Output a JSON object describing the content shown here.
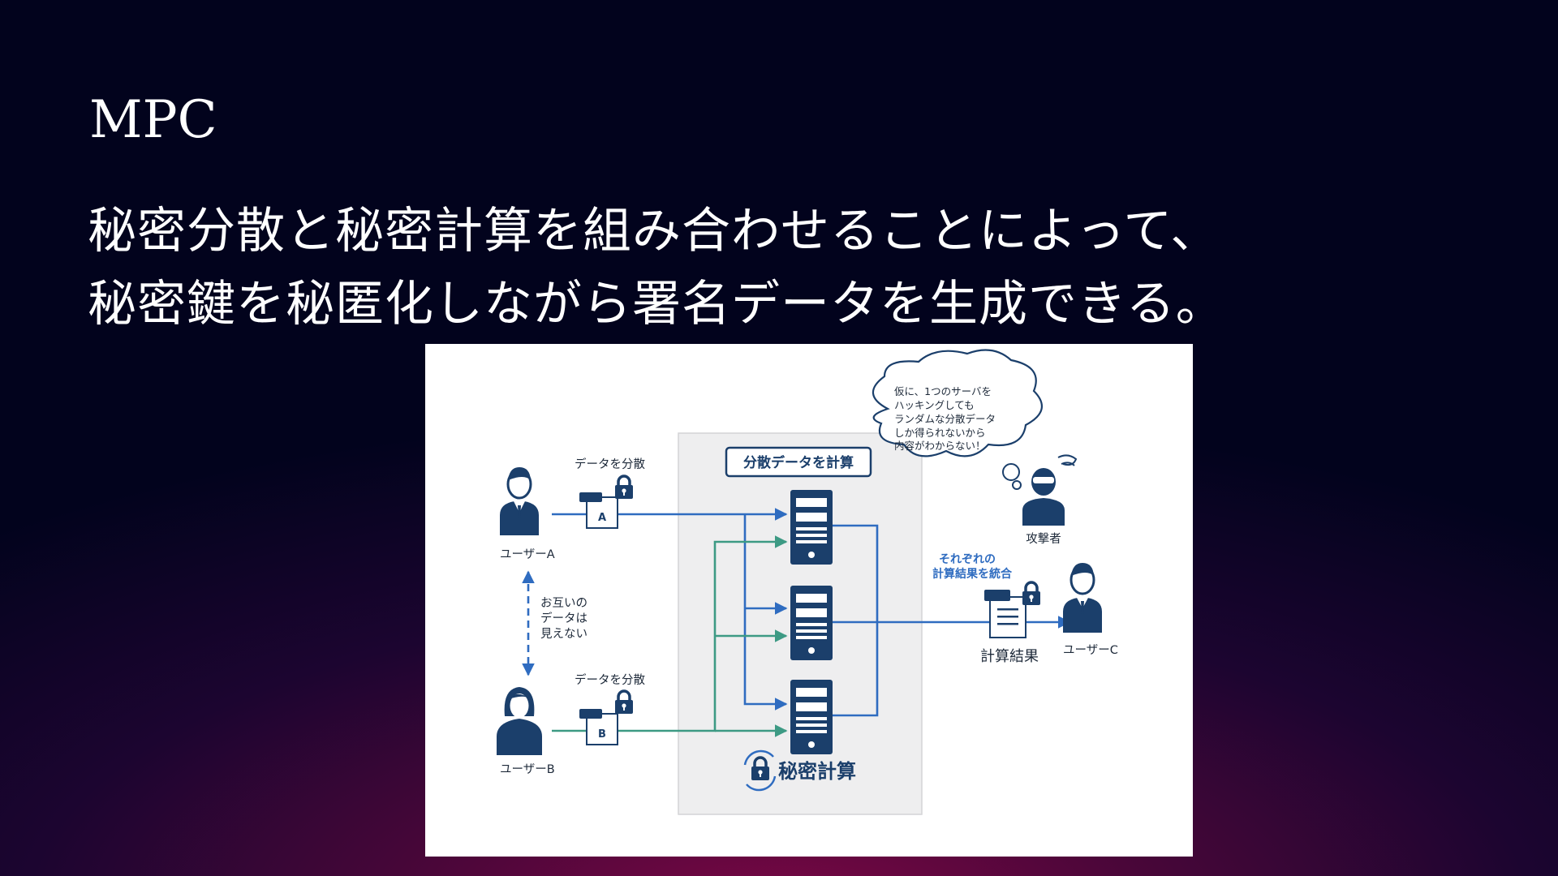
{
  "slide": {
    "title": "MPC",
    "lead_lines": [
      "秘密分散と秘密計算を組み合わせることによって、",
      "秘密鍵を秘匿化しながら署名データを生成できる。"
    ]
  },
  "diagram": {
    "center_box_label": "分散データを計算",
    "secret_compute_label": "秘密計算",
    "user_a": {
      "name": "ユーザーA",
      "action": "データを分散",
      "doc_letter": "A"
    },
    "user_b": {
      "name": "ユーザーB",
      "action": "データを分散",
      "doc_letter": "B"
    },
    "user_c": {
      "name": "ユーザーC"
    },
    "mutual_note": [
      "お互いの",
      "データは",
      "見えない"
    ],
    "merge_note": [
      "それぞれの",
      "計算結果を統合"
    ],
    "result_label": "計算結果",
    "attacker_label": "攻撃者",
    "attacker_thought": [
      "仮に、1つのサーバを",
      "ハッキングしても",
      "ランダムな分散データ",
      "しか得られないから",
      "内容がわからない！"
    ],
    "colors": {
      "navy": "#1b3f6b",
      "blue_arrow": "#2f6cc0",
      "green_arrow": "#3d9a84",
      "panel": "#eeeeef"
    }
  }
}
